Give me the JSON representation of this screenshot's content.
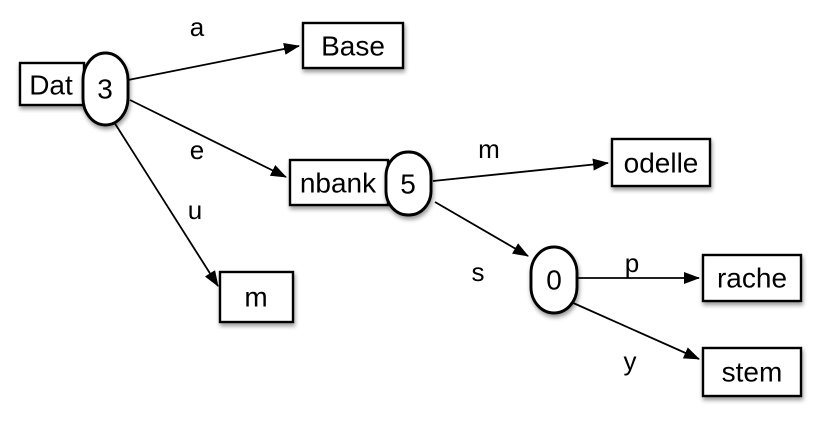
{
  "colors": {
    "background": "#ffffff",
    "shape_fill": "#ffffff",
    "stroke": "#000000"
  },
  "nodes": {
    "dat": {
      "label": "Dat",
      "count": "3"
    },
    "base": {
      "label": "Base"
    },
    "nbank": {
      "label": "nbank",
      "count": "5"
    },
    "m": {
      "label": "m"
    },
    "odelle": {
      "label": "odelle"
    },
    "zero": {
      "count": "0"
    },
    "rache": {
      "label": "rache"
    },
    "stem": {
      "label": "stem"
    }
  },
  "edges": {
    "a": {
      "label": "a"
    },
    "e": {
      "label": "e"
    },
    "u": {
      "label": "u"
    },
    "m": {
      "label": "m"
    },
    "s": {
      "label": "s"
    },
    "p": {
      "label": "p"
    },
    "y": {
      "label": "y"
    }
  }
}
